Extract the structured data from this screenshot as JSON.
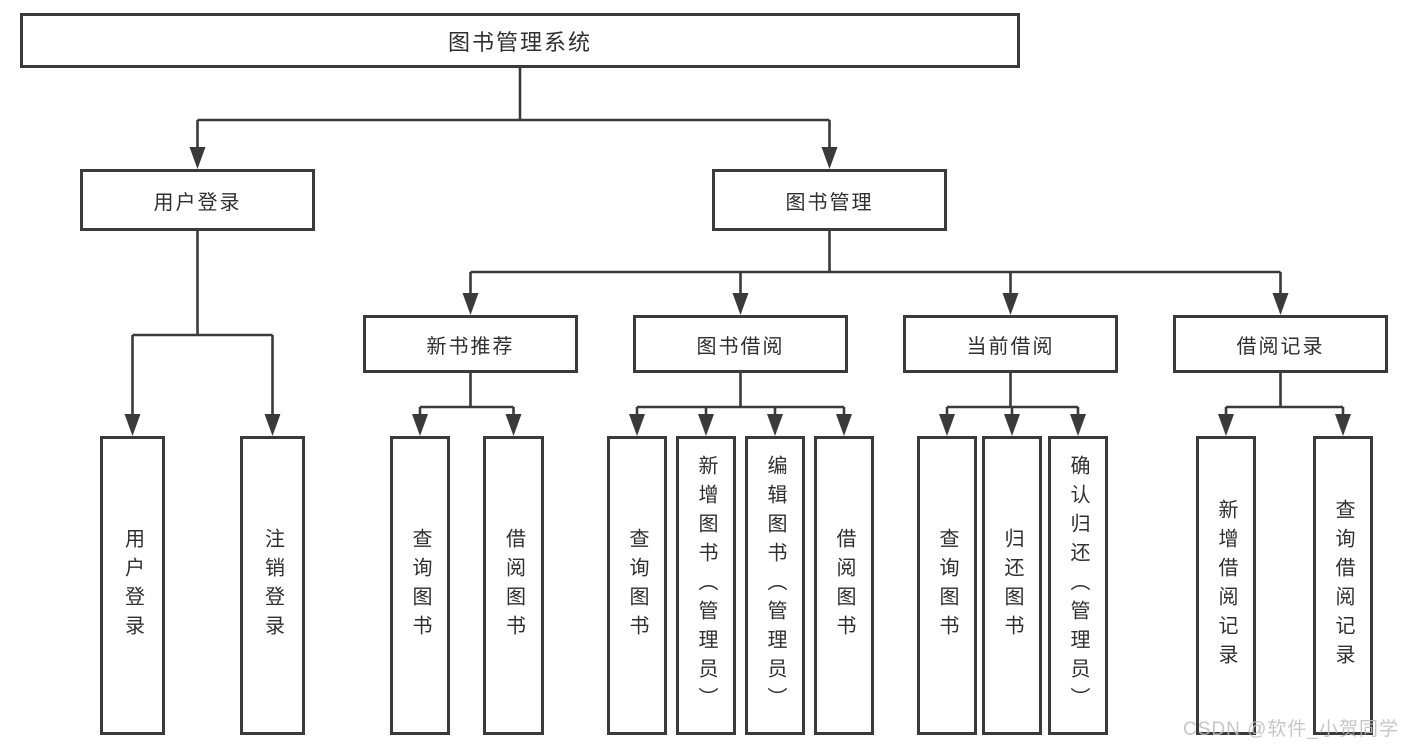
{
  "diagram": {
    "title": "图书管理系统",
    "branches": [
      {
        "label": "用户登录",
        "children": [
          {
            "label": "用户登录"
          },
          {
            "label": "注销登录"
          }
        ]
      },
      {
        "label": "图书管理",
        "children": [
          {
            "label": "新书推荐",
            "children": [
              {
                "label": "查询图书"
              },
              {
                "label": "借阅图书"
              }
            ]
          },
          {
            "label": "图书借阅",
            "children": [
              {
                "label": "查询图书"
              },
              {
                "label": "新增图书（管理员）"
              },
              {
                "label": "编辑图书（管理员）"
              },
              {
                "label": "借阅图书"
              }
            ]
          },
          {
            "label": "当前借阅",
            "children": [
              {
                "label": "查询图书"
              },
              {
                "label": "归还图书"
              },
              {
                "label": "确认归还（管理员）"
              }
            ]
          },
          {
            "label": "借阅记录",
            "children": [
              {
                "label": "新增借阅记录"
              },
              {
                "label": "查询借阅记录"
              }
            ]
          }
        ]
      }
    ]
  },
  "watermark": "CSDN @软件_小贺同学",
  "colors": {
    "line": "#3a3a3a",
    "border": "#3a3a3a",
    "text": "#2f2f2f",
    "watermark": "#bdbdbd"
  }
}
